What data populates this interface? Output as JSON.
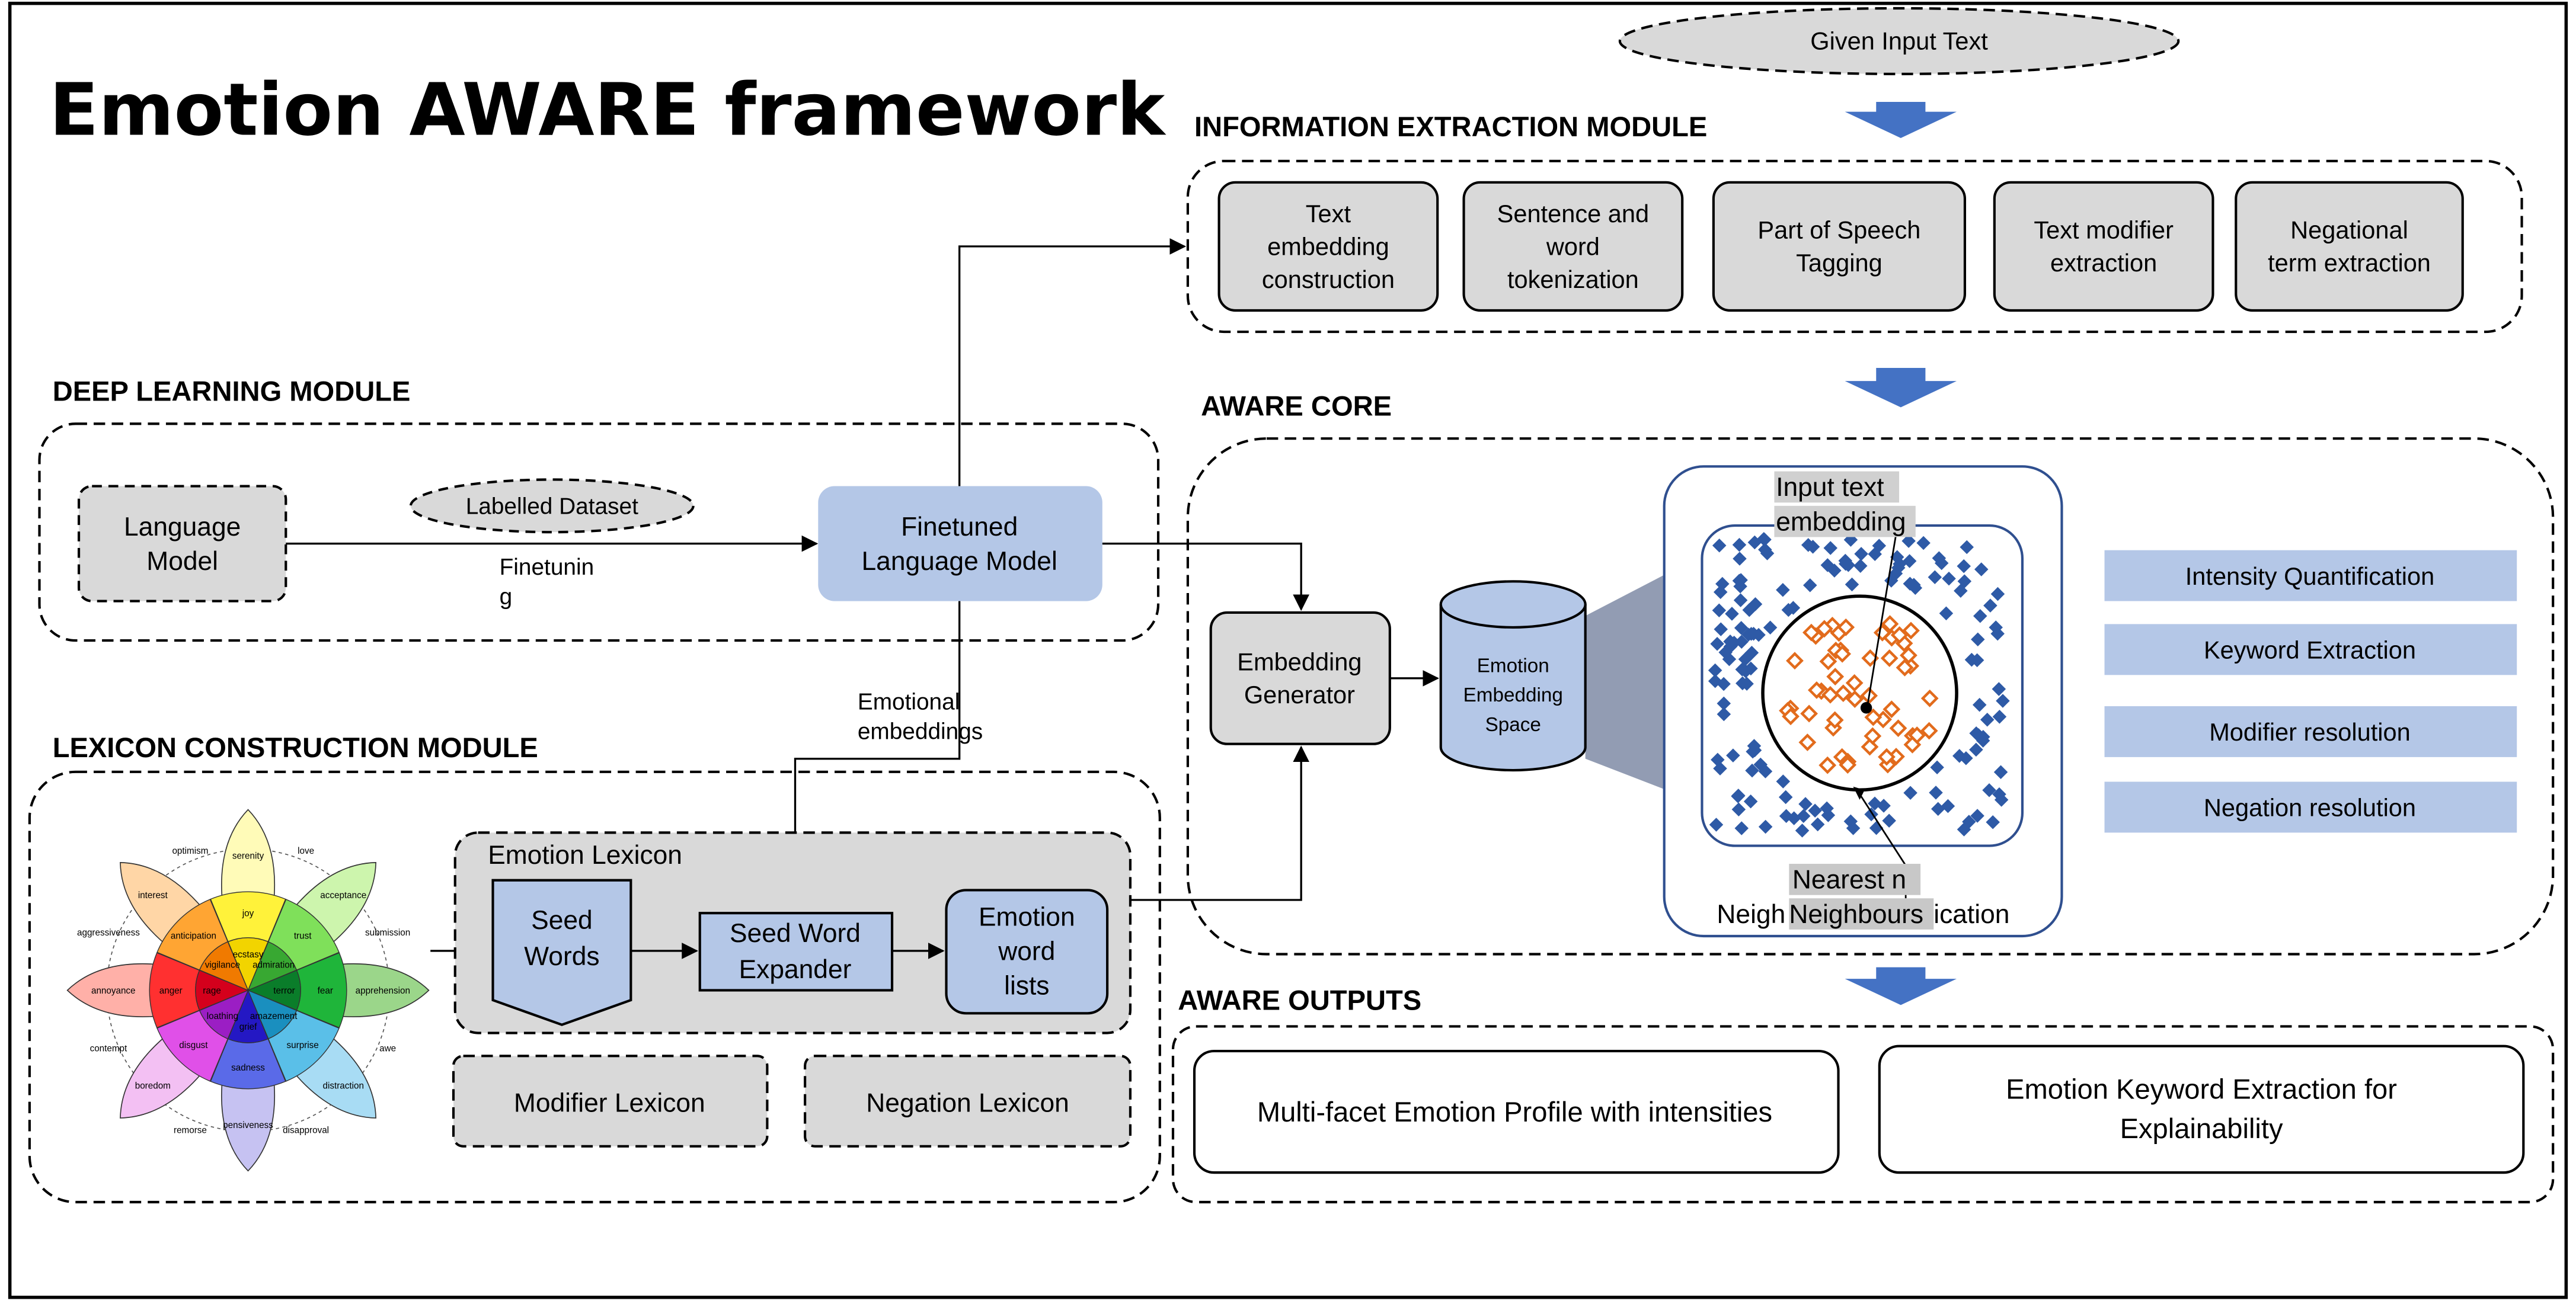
{
  "title": "Emotion AWARE framework",
  "input_text": "Given Input Text",
  "modules": {
    "info_extraction": {
      "title": "INFORMATION EXTRACTION MODULE",
      "boxes": [
        [
          "Text",
          "embedding",
          "construction"
        ],
        [
          "Sentence and",
          "word",
          "tokenization"
        ],
        [
          "Part of Speech",
          "Tagging"
        ],
        [
          "Text modifier",
          "extraction"
        ],
        [
          "Negational",
          "term extraction"
        ]
      ]
    },
    "deep_learning": {
      "title": "DEEP LEARNING MODULE",
      "language_model": [
        "Language",
        "Model"
      ],
      "labelled_dataset": "Labelled Dataset",
      "finetuning_label": [
        "Finetunin",
        "g"
      ],
      "finetuned_model": [
        "Finetuned",
        "Language Model"
      ]
    },
    "lexicon": {
      "title": "LEXICON CONSTRUCTION MODULE",
      "emotion_lexicon": "Emotion Lexicon",
      "seed_words": [
        "Seed",
        "Words"
      ],
      "seed_expander": [
        "Seed Word",
        "Expander"
      ],
      "emotion_word_lists": [
        "Emotion",
        "word",
        "lists"
      ],
      "modifier_lexicon": "Modifier Lexicon",
      "negation_lexicon": "Negation Lexicon",
      "emotional_embeddings": [
        "Emotional",
        "embeddings"
      ]
    },
    "core": {
      "title": "AWARE CORE",
      "embedding_generator": [
        "Embedding",
        "Generator"
      ],
      "embedding_space": [
        "Emotion",
        "Embedding",
        "Space"
      ],
      "input_embedding_label": [
        "Input text",
        "embedding"
      ],
      "nearest_label": [
        "Nearest n",
        "Neighbours"
      ],
      "overlap_text": [
        "Neigh",
        "ication"
      ],
      "features": [
        "Intensity Quantification",
        "Keyword Extraction",
        "Modifier resolution",
        "Negation resolution"
      ]
    },
    "outputs": {
      "title": "AWARE OUTPUTS",
      "boxes": [
        [
          "Multi-facet Emotion Profile with intensities"
        ],
        [
          "Emotion Keyword Extraction for",
          "Explainability"
        ]
      ]
    }
  },
  "plutchik": {
    "inner": [
      "ecstasy",
      "admiration",
      "terror",
      "amazement",
      "grief",
      "loathing",
      "rage",
      "vigilance"
    ],
    "middle": [
      "joy",
      "trust",
      "fear",
      "surprise",
      "sadness",
      "disgust",
      "anger",
      "anticipation"
    ],
    "outer": [
      "serenity",
      "acceptance",
      "apprehension",
      "distraction",
      "pensiveness",
      "boredom",
      "annoyance",
      "interest"
    ],
    "dyads": [
      "love",
      "submission",
      "awe",
      "disapproval",
      "remorse",
      "contempt",
      "aggressiveness",
      "optimism"
    ],
    "colors": {
      "inner": [
        "#f2d400",
        "#38a832",
        "#0a7d2a",
        "#1a8fbf",
        "#2418c4",
        "#9b1ec4",
        "#d4001c",
        "#f07a00"
      ],
      "middle": [
        "#fff23a",
        "#7fe05a",
        "#1fb53a",
        "#5abfe8",
        "#5a6ae8",
        "#e050e8",
        "#ff3030",
        "#ffa533"
      ],
      "outer": [
        "#fffbb8",
        "#cdf5ad",
        "#9bd68a",
        "#a8dcf4",
        "#c6c2f2",
        "#f3c0f3",
        "#ffb0a8",
        "#ffd6a6"
      ]
    }
  },
  "colors": {
    "gray_box": "#d9d9d9",
    "blue_box": "#b4c7e7",
    "arrow_blue": "#4472c4",
    "navy": "#2f4f8f",
    "blue_point": "#2e5aa6",
    "orange_point": "#e26b1c"
  }
}
